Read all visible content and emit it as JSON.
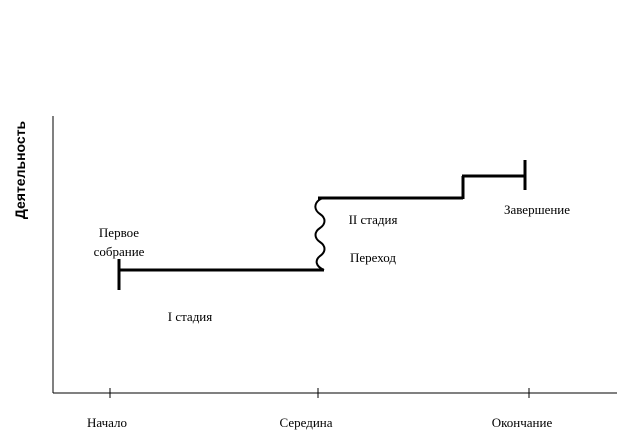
{
  "diagram": {
    "y_axis_label": "Деятельность",
    "x_ticks": [
      "Начало",
      "Середина",
      "Окончание"
    ],
    "labels": {
      "first_meeting_line1": "Первое",
      "first_meeting_line2": "собрание",
      "stage_one": "I стадия",
      "stage_two": "II стадия",
      "transition": "Переход",
      "completion": "Завершение"
    }
  }
}
